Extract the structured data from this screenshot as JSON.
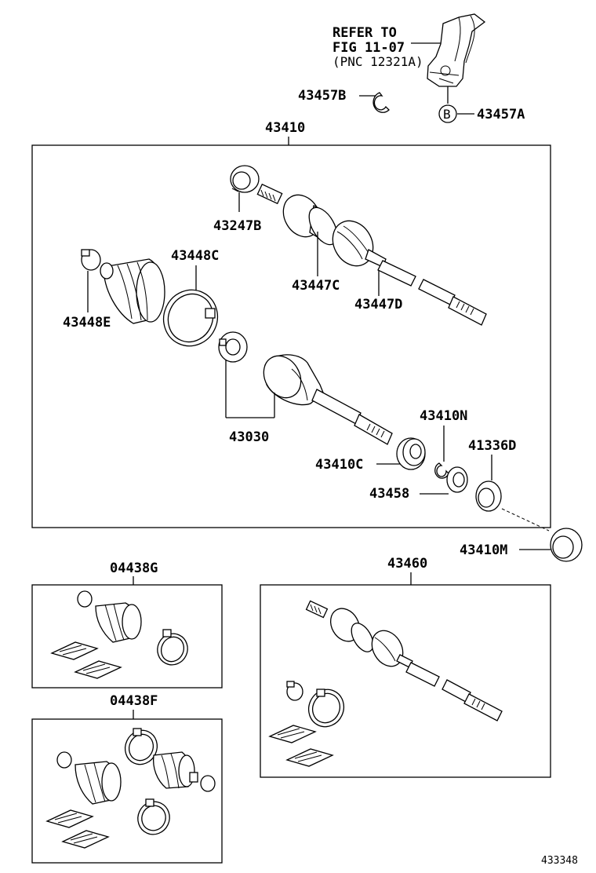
{
  "callout": {
    "line1": "REFER TO",
    "line2": "FIG 11-07",
    "line3": "(PNC 12321A)",
    "marker": "B"
  },
  "labels": {
    "p43457B": "43457B",
    "p43457A": "43457A",
    "p43410": "43410",
    "p43247B": "43247B",
    "p43448C": "43448C",
    "p43447C": "43447C",
    "p43447D": "43447D",
    "p43448E": "43448E",
    "p43030": "43030",
    "p43410N": "43410N",
    "p43410C": "43410C",
    "p41336D": "41336D",
    "p43458": "43458",
    "p43410M": "43410M",
    "p04438G": "04438G",
    "p43460": "43460",
    "p04438F": "04438F"
  },
  "diagram_id": "433348"
}
